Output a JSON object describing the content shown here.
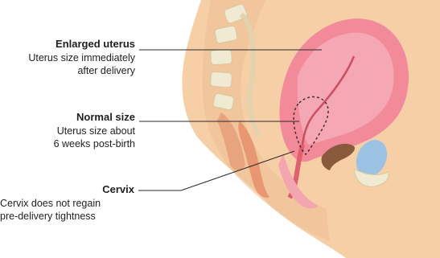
{
  "annotations": [
    {
      "id": "enlarged",
      "title": "Enlarged uterus",
      "lines": [
        "Uterus size immediately",
        "after delivery"
      ]
    },
    {
      "id": "normal",
      "title": "Normal size",
      "lines": [
        "Uterus size about",
        "6 weeks post-birth"
      ]
    },
    {
      "id": "cervix",
      "title": "Cervix",
      "lines": [
        "Cervix does not regain",
        "pre-delivery tightness"
      ]
    }
  ],
  "colors": {
    "skin": "#f6cfa6",
    "skin_shadow": "#e9b48a",
    "uterus": "#f28a9a",
    "uterus_light": "#f7b3bd",
    "bone": "#f0ead2",
    "bladder": "#9cc2e3",
    "rectum": "#8a5a3c",
    "leader_line": "#2a2a2a"
  }
}
